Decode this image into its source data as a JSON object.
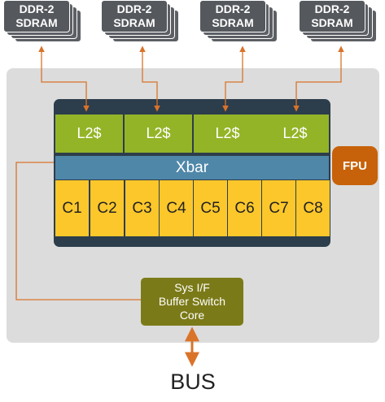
{
  "drams": [
    {
      "line1": "DDR-2",
      "line2": "SDRAM"
    },
    {
      "line1": "DDR-2",
      "line2": "SDRAM"
    },
    {
      "line1": "DDR-2",
      "line2": "SDRAM"
    },
    {
      "line1": "DDR-2",
      "line2": "SDRAM"
    }
  ],
  "l2_caches": [
    "L2$",
    "L2$",
    "L2$",
    "L2$"
  ],
  "xbar": "Xbar",
  "cores": [
    "C1",
    "C2",
    "C3",
    "C4",
    "C5",
    "C6",
    "C7",
    "C8"
  ],
  "fpu": "FPU",
  "sys_if": {
    "line1": "Sys I/F",
    "line2": "Buffer Switch",
    "line3": "Core"
  },
  "bus": "BUS",
  "colors": {
    "dram": "#55585d",
    "chip": "#dcdcdc",
    "l2": "#94b427",
    "xbar": "#4f87a8",
    "core": "#fcc72b",
    "fpu": "#c7620a",
    "sys_if": "#7b7a18",
    "connector": "#d9732a"
  }
}
